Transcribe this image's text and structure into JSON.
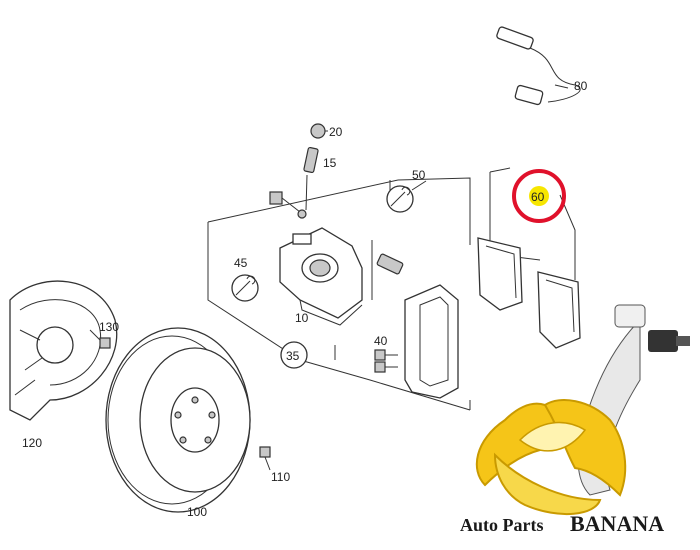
{
  "callouts": {
    "c10": "10",
    "c15": "15",
    "c20": "20",
    "c35": "35",
    "c40": "40",
    "c45": "45",
    "c50": "50",
    "c60": "60",
    "c80": "80",
    "c100": "100",
    "c110": "110",
    "c120": "120",
    "c130": "130"
  },
  "highlighted_part": "60",
  "colors": {
    "highlight_ring": "#e0112b",
    "highlight_fill": "#f7e600",
    "banana": "#f5c518",
    "banana_dark": "#c99a00",
    "arm": "#e8e8e8"
  },
  "watermark": {
    "auto_parts": "Auto Parts",
    "banana": "BANANA"
  }
}
